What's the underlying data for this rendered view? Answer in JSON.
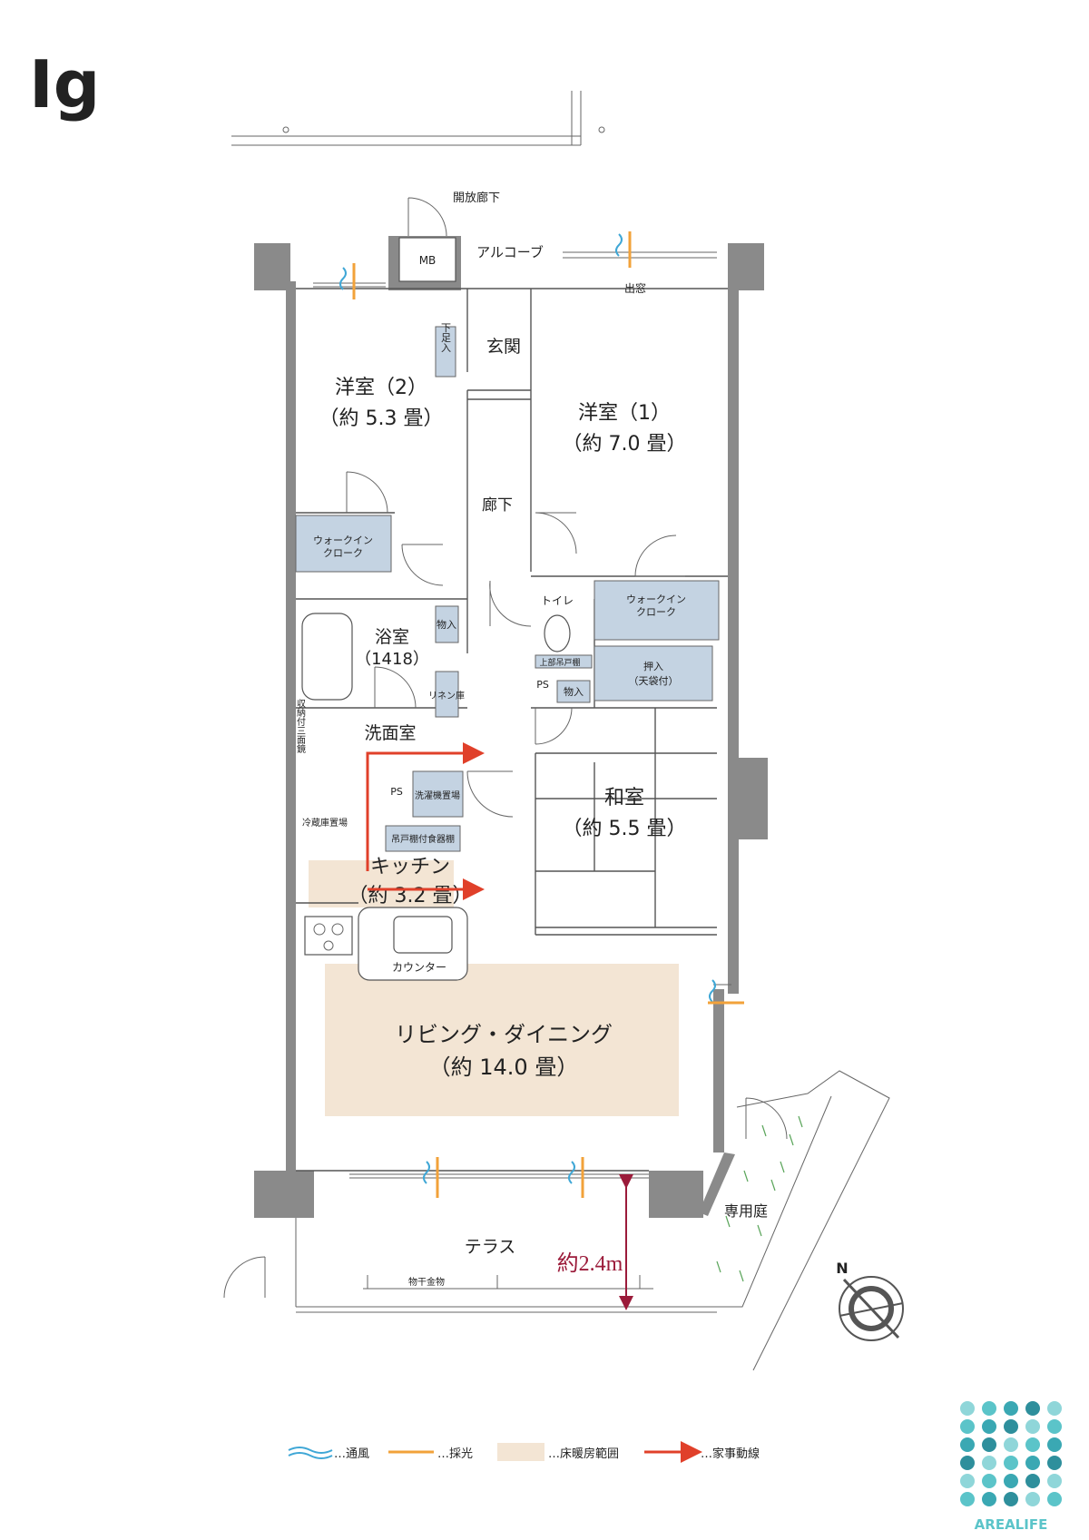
{
  "plan_code": "Ig",
  "corridor": "開放廊下",
  "alcove": "アルコーブ",
  "mb": "MB",
  "bay_window": "出窓",
  "entrance": "玄関",
  "shoe_box": "下足入",
  "hallway": "廊下",
  "rooms": {
    "western2": {
      "name": "洋室（2）",
      "size": "（約 5.3 畳）"
    },
    "western1": {
      "name": "洋室（1）",
      "size": "（約 7.0 畳）"
    },
    "washitsu": {
      "name": "和室",
      "size": "（約 5.5 畳）"
    },
    "kitchen": {
      "name": "キッチン",
      "size": "（約 3.2 畳）"
    },
    "living": {
      "name": "リビング・ダイニング",
      "size": "（約 14.0 畳）"
    },
    "bath": {
      "name": "浴室",
      "size": "（1418）"
    },
    "washroom": "洗面室",
    "toilet": "トイレ"
  },
  "walkin_closet": "ウォークイン\nクローク",
  "storage": "物入",
  "linen": "リネン庫",
  "oshiire": {
    "name": "押入",
    "sub": "（天袋付）"
  },
  "ps": "PS",
  "laundry": "洗濯機置場",
  "fridge": "冷蔵庫置場",
  "mirror_cabinet": "収納付三面鏡",
  "hanging_cabinet": "吊戸棚付食器棚",
  "toilet_shelf": "上部吊戸棚",
  "counter": "カウンター",
  "terrace": "テラス",
  "private_garden": "専用庭",
  "drying_rack": "物干金物",
  "terrace_depth": "約2.4m",
  "compass": "N",
  "legend": [
    {
      "label": "…通風",
      "color": "#3fa7d6"
    },
    {
      "label": "…採光",
      "color": "#f2a23a"
    },
    {
      "label": "…床暖房範囲",
      "color": "#f3e5d4"
    },
    {
      "label": "…家事動線",
      "color": "#e0402a"
    }
  ],
  "brand": "AREALIFE",
  "colors": {
    "wall": "#8a8a8a",
    "storage": "#c4d3e2",
    "heating": "#f3e5d4",
    "flow": "#e0402a",
    "dimension": "#9b1b3a",
    "brand": "#5bc4c9"
  }
}
